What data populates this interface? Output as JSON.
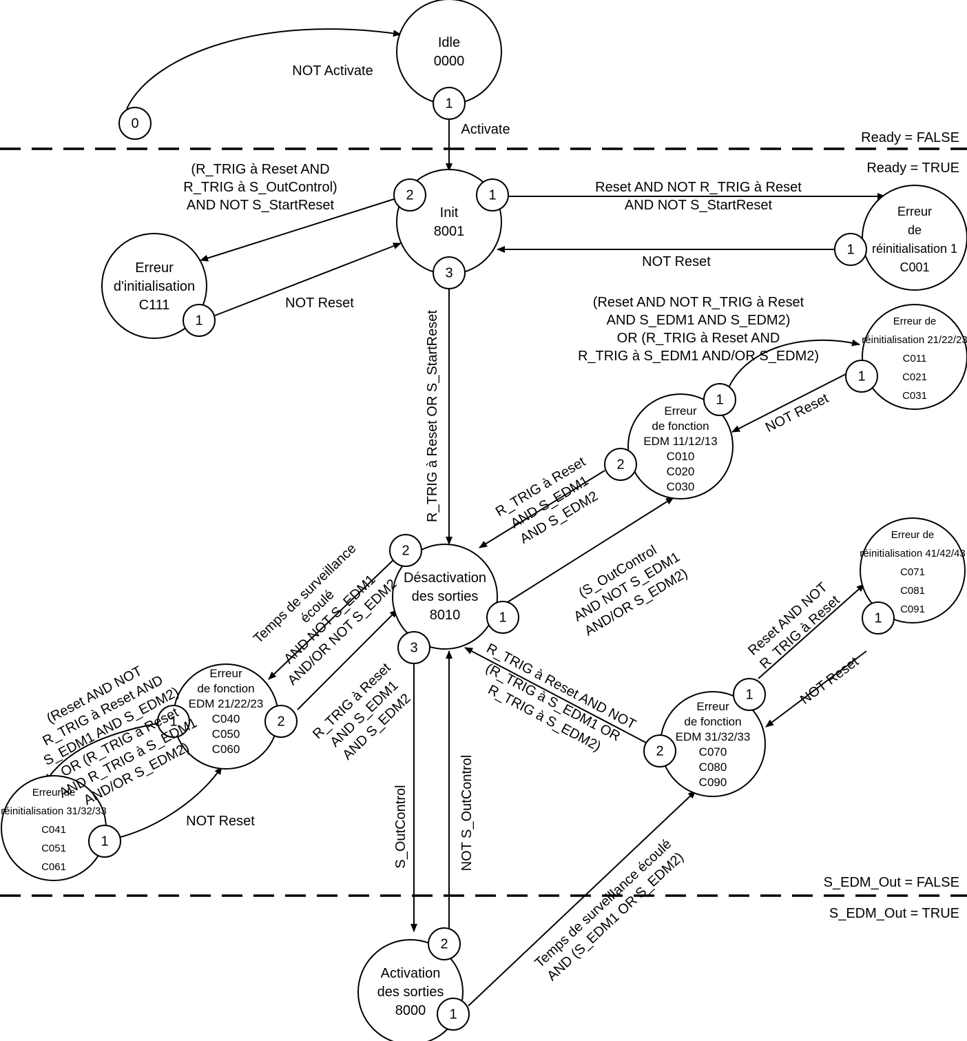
{
  "zones": {
    "ready_false": "Ready = FALSE",
    "ready_true": "Ready = TRUE",
    "edm_false": "S_EDM_Out = FALSE",
    "edm_true": "S_EDM_Out = TRUE"
  },
  "states": {
    "idle": {
      "lines": [
        "Idle",
        "0000"
      ]
    },
    "init": {
      "lines": [
        "Init",
        "8001"
      ]
    },
    "reset_err1": {
      "lines": [
        "Erreur",
        "de",
        "réinitialisation 1",
        "C001"
      ]
    },
    "init_err": {
      "lines": [
        "Erreur",
        "d'initialisation",
        "C111"
      ]
    },
    "reset_err_21": {
      "lines": [
        "Erreur de",
        "réinitialisation 21/22/23",
        "C011",
        "C021",
        "C031"
      ]
    },
    "func_err_11": {
      "lines": [
        "Erreur",
        "de fonction",
        "EDM 11/12/13",
        "C010",
        "C020",
        "C030"
      ]
    },
    "deact": {
      "lines": [
        "Désactivation",
        "des sorties",
        "8010"
      ]
    },
    "reset_err_41": {
      "lines": [
        "Erreur de",
        "réinitialisation 41/42/43",
        "C071",
        "C081",
        "C091"
      ]
    },
    "func_err_21": {
      "lines": [
        "Erreur",
        "de fonction",
        "EDM 21/22/23",
        "C040",
        "C050",
        "C060"
      ]
    },
    "func_err_31": {
      "lines": [
        "Erreur",
        "de fonction",
        "EDM 31/32/33",
        "C070",
        "C080",
        "C090"
      ]
    },
    "reset_err_31": {
      "lines": [
        "Erreur de",
        "réinitialisation 31/32/33",
        "C041",
        "C051",
        "C061"
      ]
    },
    "act": {
      "lines": [
        "Activation",
        "des sorties",
        "8000"
      ]
    }
  },
  "ports": [
    "0",
    "1",
    "2",
    "3"
  ],
  "transitions": {
    "start_to_idle": {
      "lines": [
        "NOT Activate"
      ]
    },
    "idle_to_init": {
      "lines": [
        "Activate"
      ]
    },
    "init_to_initerr": {
      "lines": [
        "(R_TRIG à Reset AND",
        "R_TRIG à S_OutControl)",
        "AND NOT S_StartReset"
      ]
    },
    "initerr_to_init": {
      "lines": [
        "NOT Reset"
      ]
    },
    "init_to_reseterr1": {
      "lines": [
        "Reset AND NOT R_TRIG à Reset",
        "AND NOT S_StartReset"
      ]
    },
    "reseterr1_to_init": {
      "lines": [
        "NOT Reset"
      ]
    },
    "init_to_deact": {
      "lines": [
        "R_TRIG à Reset OR S_StartReset"
      ]
    },
    "fe11_to_re21": {
      "lines": [
        "(Reset AND NOT R_TRIG à Reset",
        "AND S_EDM1 AND S_EDM2)",
        "OR (R_TRIG à Reset AND",
        "R_TRIG à S_EDM1 AND/OR S_EDM2)"
      ]
    },
    "re21_to_fe11": {
      "lines": [
        "NOT Reset"
      ]
    },
    "fe11_to_deact": {
      "lines": [
        "R_TRIG à Reset",
        "AND S_EDM1",
        "AND S_EDM2"
      ]
    },
    "deact_to_fe11": {
      "lines": [
        "(S_OutControl",
        "AND NOT S_EDM1",
        "AND/OR S_EDM2)"
      ]
    },
    "deact_to_fe21": {
      "lines": [
        "Temps de surveillance",
        "écoulé",
        "AND NOT S_EDM1",
        "AND/OR NOT S_EDM2"
      ]
    },
    "fe21_to_deact": {
      "lines": [
        "R_TRIG à Reset",
        "AND S_EDM1",
        "AND S_EDM2"
      ]
    },
    "fe21_to_re31": {
      "lines": [
        "(Reset AND NOT",
        "R_TRIG à Reset AND",
        "S_EDM1 AND S_EDM2)",
        "OR (R_TRIG à Reset",
        "AND R_TRIG à S_EDM1",
        "AND/OR S_EDM2)"
      ]
    },
    "re31_to_fe21": {
      "lines": [
        "NOT Reset"
      ]
    },
    "fe31_to_re41": {
      "lines": [
        "Reset AND NOT",
        "R_TRIG à Reset"
      ]
    },
    "re41_to_fe31": {
      "lines": [
        "NOT Reset"
      ]
    },
    "fe31_to_deact": {
      "lines": [
        "R_TRIG à Reset AND NOT",
        "(R_TRIG à S_EDM1 OR",
        "R_TRIG à S_EDM2)"
      ]
    },
    "deact_to_act": {
      "lines": [
        "S_OutControl"
      ]
    },
    "act_to_deact": {
      "lines": [
        "NOT S_OutControl"
      ]
    },
    "act_to_fe31": {
      "lines": [
        "Temps de surveillance écoulé",
        "AND (S_EDM1 OR S_EDM2)"
      ]
    }
  }
}
